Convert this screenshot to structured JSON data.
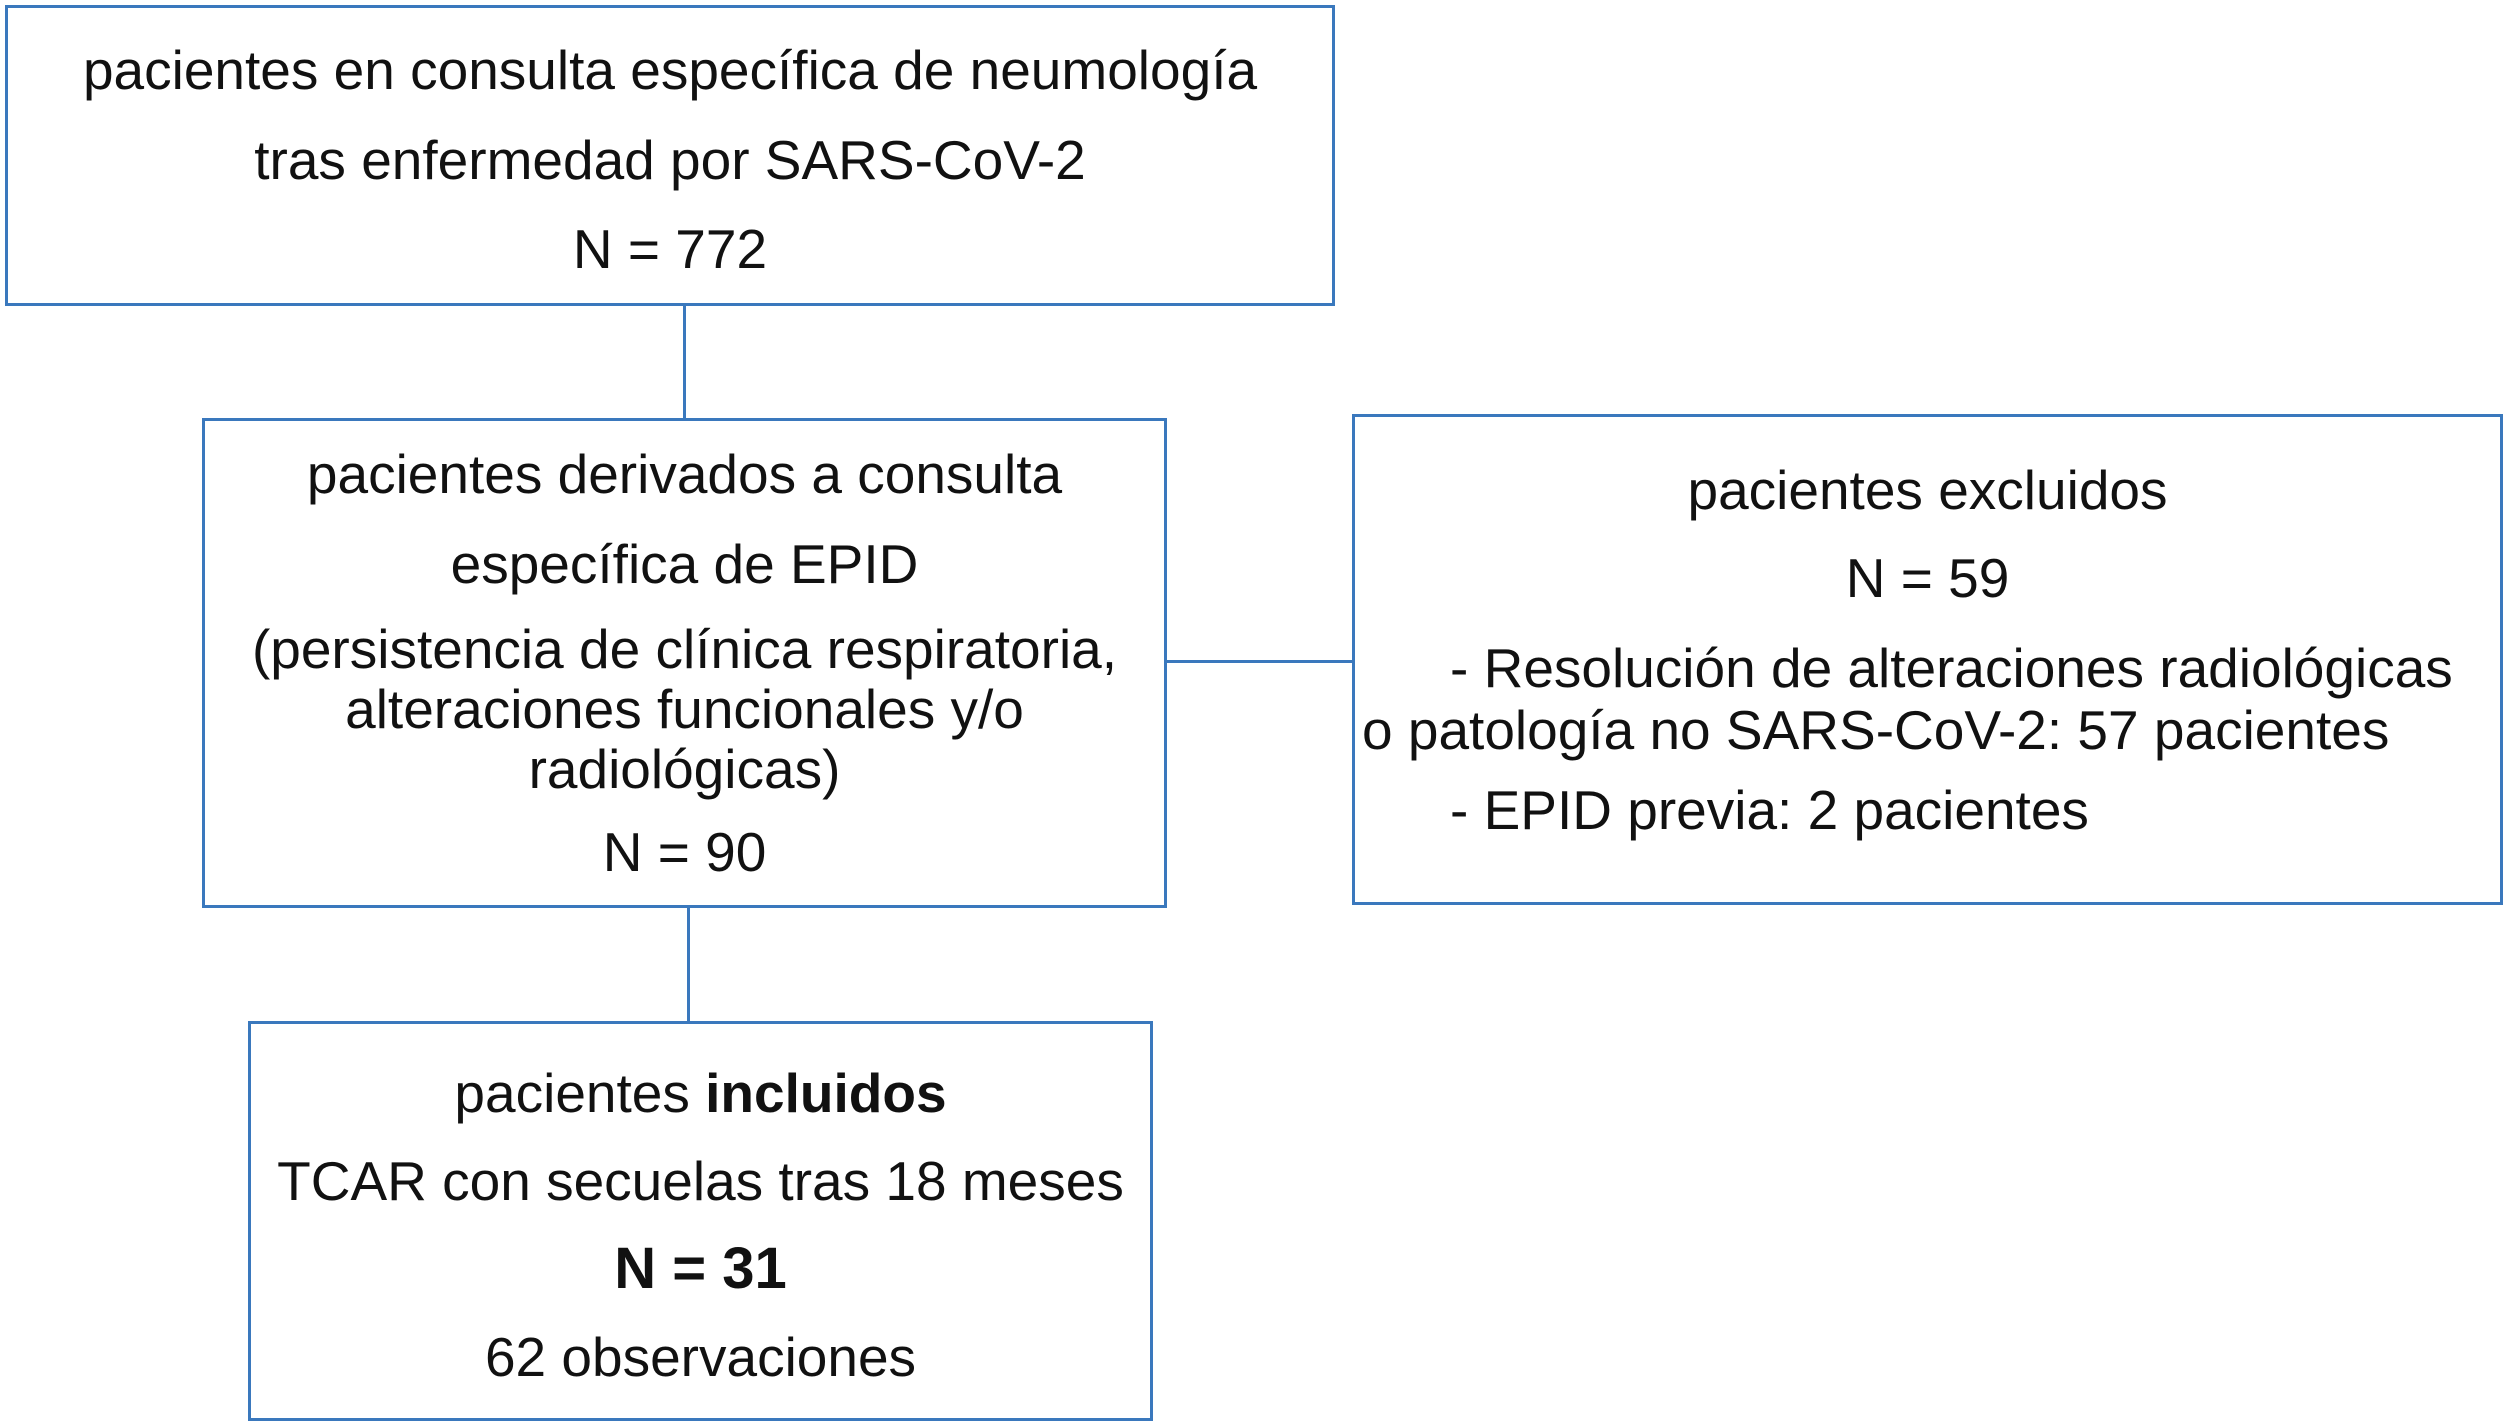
{
  "colors": {
    "box_border": "#3a78bd",
    "connector": "#3a78bd",
    "text": "#111111"
  },
  "box_top": {
    "line1": "pacientes en consulta específica de neumología",
    "line2": "tras enfermedad por SARS-CoV-2",
    "count": "N = 772"
  },
  "box_middle": {
    "line1": "pacientes derivados a consulta",
    "line2": "específica de EPID",
    "criteria": "(persistencia de clínica respiratoria, alteraciones funcionales y/o radiológicas)",
    "count": "N = 90"
  },
  "box_excluded": {
    "title": "pacientes excluidos",
    "count": "N = 59",
    "item1_line1": "- Resolución de alteraciones radiológicas",
    "item1_line2": "o  patología no SARS-CoV-2: 57 pacientes",
    "item2": "- EPID previa: 2 pacientes"
  },
  "box_included": {
    "title_prefix": "pacientes ",
    "title_bold": "incluidos",
    "subtitle": "TCAR con secuelas tras 18 meses",
    "count": "N = 31",
    "observations": "62 observaciones"
  }
}
